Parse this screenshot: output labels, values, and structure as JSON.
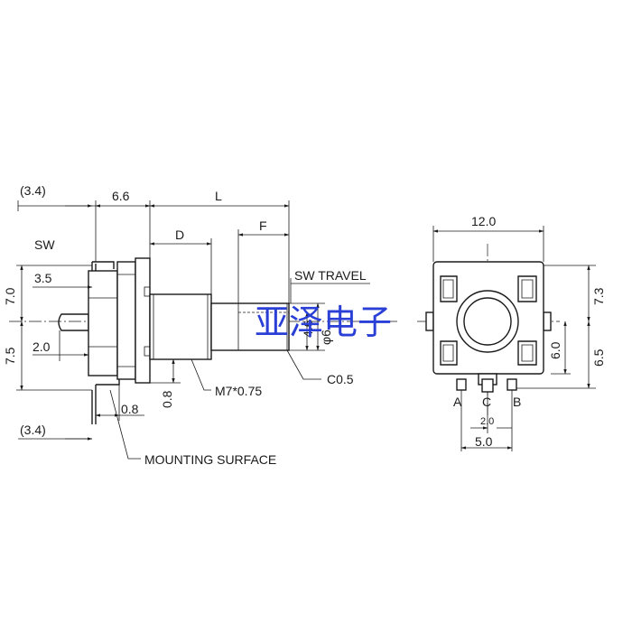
{
  "side_view": {
    "dim_3_4_top": "(3.4)",
    "dim_6_6": "6.6",
    "dim_L": "L",
    "dim_D": "D",
    "dim_F": "F",
    "label_sw": "SW",
    "dim_7_0": "7.0",
    "dim_3_5": "3.5",
    "dim_2_0": "2.0",
    "dim_7_5": "7.5",
    "label_sw_travel": "SW TRAVEL",
    "dim_4_6": "4.6",
    "dim_phi_6": "φ6",
    "dim_0_8_vertical": "0.8",
    "dim_0_8_horizontal": "0.8",
    "label_thread": "M7*0.75",
    "label_chamfer": "C0.5",
    "dim_3_4_bottom": "(3.4)",
    "label_mounting_surface": "MOUNTING SURFACE"
  },
  "front_view": {
    "dim_12_0": "12.0",
    "dim_7_3": "7.3",
    "dim_6_0": "6.0",
    "dim_6_5": "6.5",
    "pin_a": "A",
    "pin_c": "C",
    "pin_b": "B",
    "dim_2_0": "2.0",
    "dim_5_0": "5.0"
  },
  "watermark": "亚泽电子"
}
